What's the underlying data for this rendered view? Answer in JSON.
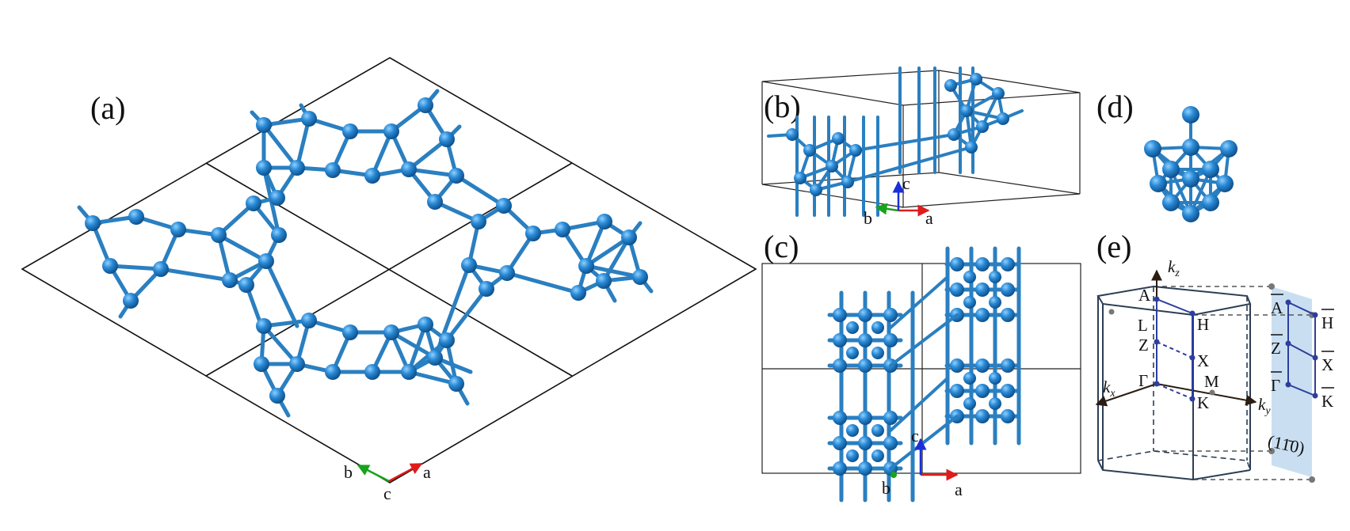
{
  "panels": {
    "a": "(a)",
    "b": "(b)",
    "c": "(c)",
    "d": "(d)",
    "e": "(e)"
  },
  "axes": {
    "a": "a",
    "b": "b",
    "c": "c"
  },
  "bz": {
    "kz": "k",
    "kz_sub": "z",
    "kx": "k",
    "kx_sub": "x",
    "ky": "k",
    "ky_sub": "y",
    "A": "A",
    "H": "H",
    "L": "L",
    "Z": "Z",
    "X": "X",
    "Gamma": "Γ",
    "M": "M",
    "K": "K",
    "A_bar": "A",
    "H_bar": "H",
    "Z_bar": "Z",
    "X_bar": "X",
    "Gamma_bar": "Γ",
    "K_bar": "K",
    "surface": "(11̄0)"
  },
  "colors": {
    "atom": "#1f7ec4",
    "bond": "#2a7fc0",
    "axis_a": "#e01b1b",
    "axis_b": "#17a31a",
    "axis_c": "#1a2fd6",
    "bz_line": "#2c3e55",
    "path": "#2d3e9c",
    "surface": "#c9dff1"
  }
}
